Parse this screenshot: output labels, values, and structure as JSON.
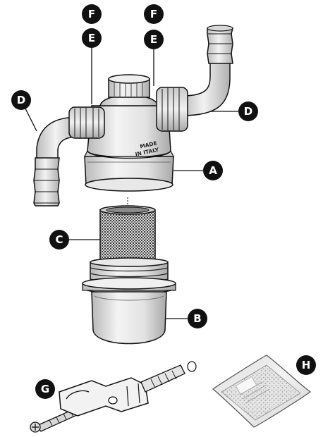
{
  "labels": {
    "F": "F",
    "E": "E",
    "D": "D",
    "A": "A",
    "B": "B",
    "C": "C",
    "G": "G",
    "H": "H"
  },
  "stamp": {
    "line1": "MADE",
    "line2": "IN ITALY"
  }
}
